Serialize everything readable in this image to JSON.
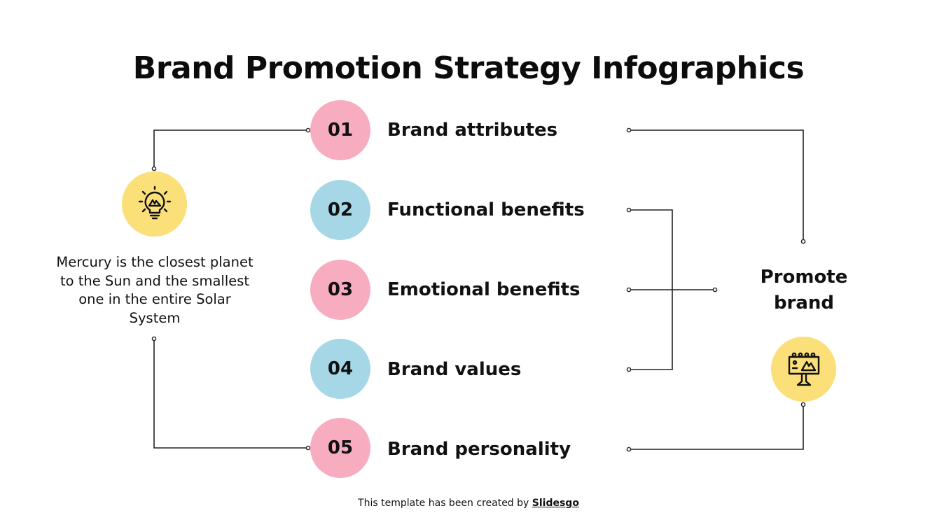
{
  "title": "Brand Promotion Strategy Infographics",
  "items": [
    {
      "number": "01",
      "label": "Brand attributes",
      "color": "#f7adbf"
    },
    {
      "number": "02",
      "label": "Functional benefits",
      "color": "#a5d7e6"
    },
    {
      "number": "03",
      "label": "Emotional benefits",
      "color": "#f7adbf"
    },
    {
      "number": "04",
      "label": "Brand values",
      "color": "#a5d7e6"
    },
    {
      "number": "05",
      "label": "Brand personality",
      "color": "#f7adbf"
    }
  ],
  "left_panel": {
    "icon": "lightbulb-icon",
    "description": "Mercury is the closest planet to the Sun and the smallest one in the entire Solar System"
  },
  "right_panel": {
    "label": "Promote brand",
    "icon": "billboard-icon"
  },
  "footer": {
    "prefix": "This template has been created by ",
    "brand": "Slidesgo"
  },
  "colors": {
    "pink": "#f7adbf",
    "blue": "#a5d7e6",
    "yellow": "#fbe07a",
    "text": "#111111",
    "line": "#222222"
  }
}
